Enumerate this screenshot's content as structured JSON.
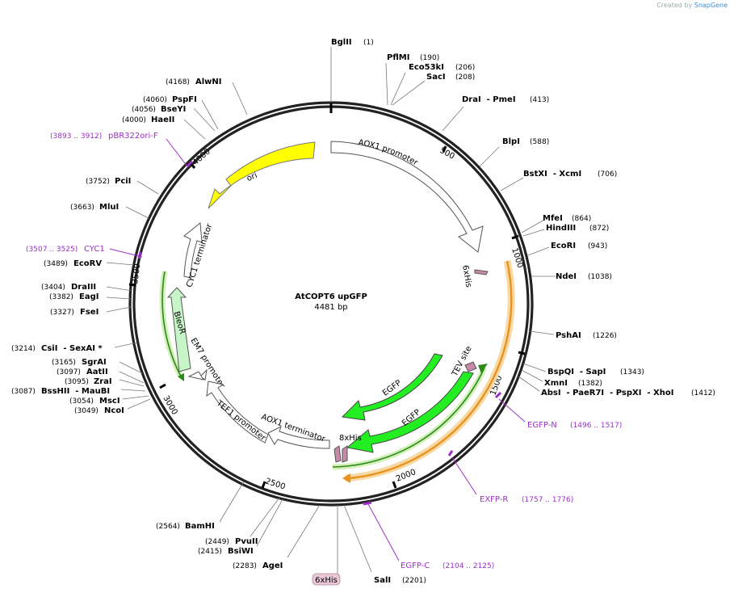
{
  "credit": {
    "created_by": "Created by",
    "brand": "SnapGene"
  },
  "plasmid": {
    "name": "AtCOPT6 upGFP",
    "size_label": "4481 bp",
    "length": 4481
  },
  "colors": {
    "backbone": "#222222",
    "primer": "#9b30c7",
    "ori": "#ffff00",
    "bleo": "#c8f5c8",
    "egfp": "#22ee22",
    "orf_orange": "#f2a93b",
    "tag": "#c48aa8"
  },
  "ruler_ticks": [
    "500",
    "1000",
    "1500",
    "2000",
    "2500",
    "3000",
    "3500",
    "4000"
  ],
  "sites": [
    {
      "name": "BglII",
      "pos": "(1)"
    },
    {
      "name": "PflMI",
      "pos": "(190)"
    },
    {
      "name": "Eco53kI",
      "pos": "(206)"
    },
    {
      "name": "SacI",
      "pos": "(208)"
    },
    {
      "name": "DraI  - PmeI",
      "pos": "(413)"
    },
    {
      "name": "BlpI",
      "pos": "(588)"
    },
    {
      "name": "BstXI  - XcmI",
      "pos": "(706)"
    },
    {
      "name": "MfeI",
      "pos": "(864)"
    },
    {
      "name": "HindIII",
      "pos": "(872)"
    },
    {
      "name": "EcoRI",
      "pos": "(943)"
    },
    {
      "name": "NdeI",
      "pos": "(1038)"
    },
    {
      "name": "PshAI",
      "pos": "(1226)"
    },
    {
      "name": "BspQI  - SapI",
      "pos": "(1343)"
    },
    {
      "name": "XmnI",
      "pos": "(1382)"
    },
    {
      "name": "AbsI  - PaeR7I  - PspXI  - XhoI",
      "pos": "(1412)"
    },
    {
      "name": "SalI",
      "pos": "(2201)"
    },
    {
      "name": "AgeI",
      "pos": "(2283)"
    },
    {
      "name": "BsiWI",
      "pos": "(2415)"
    },
    {
      "name": "PvuII",
      "pos": "(2449)"
    },
    {
      "name": "BamHI",
      "pos": "(2564)"
    },
    {
      "name": "NcoI",
      "pos": "(3049)"
    },
    {
      "name": "MscI",
      "pos": "(3054)"
    },
    {
      "name": "BssHII  - MauBI",
      "pos": "(3087)"
    },
    {
      "name": "ZraI",
      "pos": "(3095)"
    },
    {
      "name": "AatII",
      "pos": "(3097)"
    },
    {
      "name": "SgrAI",
      "pos": "(3165)"
    },
    {
      "name": "CsiI  - SexAI *",
      "pos": "(3214)"
    },
    {
      "name": "FseI",
      "pos": "(3327)"
    },
    {
      "name": "EagI",
      "pos": "(3382)"
    },
    {
      "name": "DraIII",
      "pos": "(3404)"
    },
    {
      "name": "EcoRV",
      "pos": "(3489)"
    },
    {
      "name": "MluI",
      "pos": "(3663)"
    },
    {
      "name": "PciI",
      "pos": "(3752)"
    },
    {
      "name": "HaeII",
      "pos": "(4000)"
    },
    {
      "name": "BseYI",
      "pos": "(4056)"
    },
    {
      "name": "PspFI",
      "pos": "(4060)"
    },
    {
      "name": "AlwNI",
      "pos": "(4168)"
    }
  ],
  "primers": [
    {
      "name": "EGFP-N",
      "range": "(1496 .. 1517)"
    },
    {
      "name": "EXFP-R",
      "range": "(1757 .. 1776)"
    },
    {
      "name": "EGFP-C",
      "range": "(2104 .. 2125)"
    },
    {
      "name": "CYC1",
      "range": "(3507 .. 3525)"
    },
    {
      "name": "pBR322ori-F",
      "range": "(3893 .. 3912)"
    }
  ],
  "features": {
    "aox1_promoter": "AOX1 promoter",
    "his6_inner": "6xHis",
    "tev_site": "TEV site",
    "egfp_1": "EGFP",
    "egfp_2": "EGFP",
    "his8": "8xHis",
    "aox1_terminator": "AOX1 terminator",
    "tef1_promoter": "TEF1 promoter",
    "em7_promoter": "EM7 promoter",
    "bleor": "BleoR",
    "cyc1_terminator": "CYC1 terminator",
    "ori": "ori",
    "his6_bottom": "6xHis"
  }
}
